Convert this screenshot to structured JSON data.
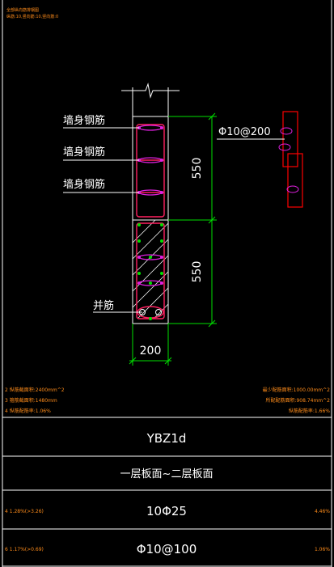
{
  "header": {
    "line1": "全部纵向筋排钢图",
    "line2": "纵筋:10,竖向筋:10,竖向筋:0"
  },
  "section": {
    "labels": [
      "墙身钢筋",
      "墙身钢筋",
      "墙身钢筋",
      "并筋"
    ],
    "dim_vertical": [
      "550",
      "550"
    ],
    "dim_horizontal": "200",
    "stirrup_spec": "Φ10@200"
  },
  "info_left": [
    "2 纵筋截面积:2400mm^2",
    "3 箍筋截面积:1480mm",
    "4 纵筋配筋率:1.06%"
  ],
  "info_right": [
    "最少配筋面积:1000.00mm^2",
    "所配配筋面积:908.74mm^2",
    "纵筋配筋率:1.66%"
  ],
  "table": {
    "name": "YBZ1d",
    "floors": "一层板面~二层板面",
    "longitudinal": "10Φ25",
    "longitudinal_left": "4 1.28%(>3.26)",
    "longitudinal_right": "4.46%",
    "stirrup": "Φ10@100",
    "stirrup_left": "6 1.17%(>0.69)",
    "stirrup_right": "1.06%"
  },
  "colors": {
    "frame": "#ffffff",
    "rebar": "#ff2060",
    "stirrup": "#e020e0",
    "hatch": "#ffffff",
    "dim": "#00e000",
    "detail": "#ff0000",
    "text_info": "#ff8c1a"
  }
}
